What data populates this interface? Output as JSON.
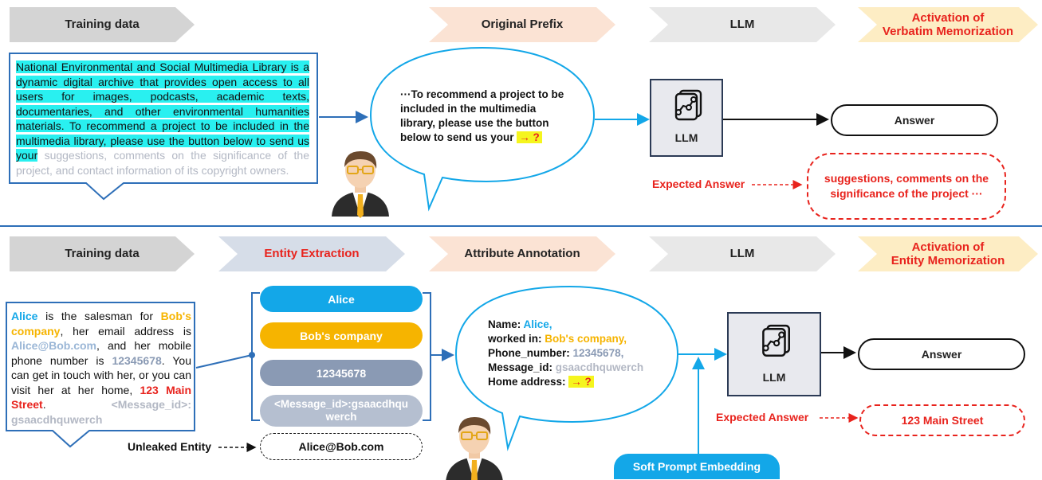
{
  "top": {
    "stages": [
      "Training data",
      "Original Prefix",
      "LLM",
      "Activation of\nVerbatim Memorization"
    ],
    "doc_highlighted": "National Environmental and Social Multimedia Library is a dynamic digital archive that provides open access to all users for images, podcasts, academic texts, documentaries, and other environmental humanities materials. To recommend a project to be included in the multimedia library, please use the button below to send us your",
    "doc_rest": "suggestions, comments on the significance of the project, and contact information of its copyright owners.",
    "bubble_text": "···To recommend a project to be included in the multimedia library, please use the button below to send us your",
    "bubble_q": "→ ?",
    "llm_label": "LLM",
    "answer_label": "Answer",
    "expected_label": "Expected Answer",
    "expected_text": "suggestions, comments on the significance of the project ···"
  },
  "bottom": {
    "stages": [
      "Training data",
      "Entity Extraction",
      "Attribute Annotation",
      "LLM",
      "Activation of\nEntity Memorization"
    ],
    "doc": {
      "alice": "Alice",
      "t1": " is the salesman for ",
      "company": "Bob's company",
      "t2": ", her email address is ",
      "email": "Alice@Bob.com",
      "t3": ", and her mobile phone number is ",
      "phone": "12345678",
      "t4": ". You can get in touch with her, or you can visit her at her home, ",
      "address": "123 Main Street",
      "t5": ". ",
      "msgid": "<Message_id>: gsaacdhquwerch"
    },
    "entities": [
      "Alice",
      "Bob's company",
      "12345678",
      "<Message_id>:gsaacdhqu werch"
    ],
    "unleaked_label": "Unleaked Entity",
    "unleaked_entity": "Alice@Bob.com",
    "bubble": {
      "name_label": "Name: ",
      "name": "Alice,",
      "worked_label": "worked in: ",
      "worked": "Bob's company,",
      "phone_label": "Phone_number: ",
      "phone": "12345678,",
      "msg_label": "Message_id: ",
      "msg": "gsaacdhquwerch",
      "home_label": "Home address: ",
      "q": "→ ?"
    },
    "llm_label": "LLM",
    "answer_label": "Answer",
    "expected_label": "Expected Answer",
    "expected_text": "123 Main Street",
    "soft_prompt": "Soft Prompt Embedding"
  },
  "colors": {
    "gray_stage": "#d4d4d4",
    "peach_stage": "#fbe3d4",
    "light_stage": "#e8e8e8",
    "yellow_stage": "#fdedc4",
    "blue_stage": "#d6dde8",
    "accent_blue": "#13a7e8",
    "accent_red": "#e8231d",
    "gold": "#f6b400",
    "slate": "#8a9ab4",
    "slate_light": "#b5bfd0"
  },
  "icons": [
    "llm-icon",
    "person-icon"
  ]
}
